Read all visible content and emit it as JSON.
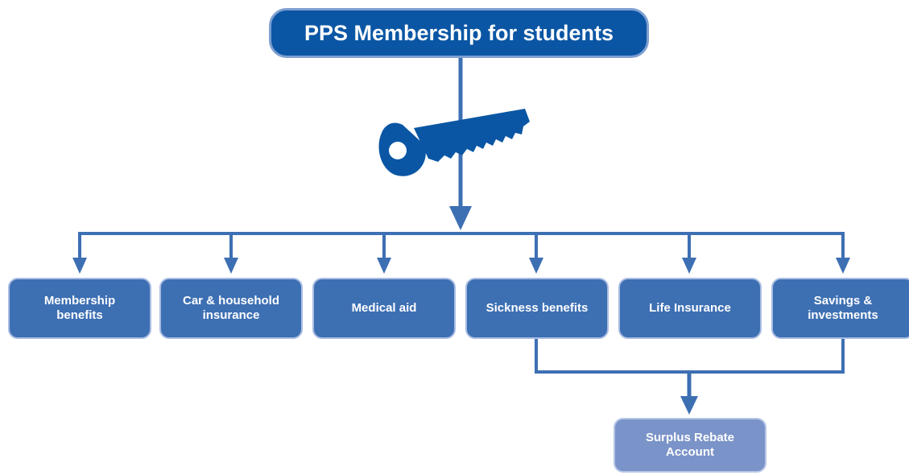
{
  "title": "PPS Membership for students",
  "nodes": [
    {
      "label": "Membership benefits"
    },
    {
      "label": "Car & household insurance"
    },
    {
      "label": "Medical aid"
    },
    {
      "label": "Sickness benefits"
    },
    {
      "label": "Life Insurance"
    },
    {
      "label": "Savings & investments"
    }
  ],
  "rebate": {
    "label": "Surplus Rebate Account"
  },
  "colors": {
    "title_fill": "#0a56a4",
    "node_fill": "#3d6fb3",
    "rebate_fill": "#7a93c8",
    "connector": "#3d6fb3",
    "key": "#0a56a4"
  },
  "icons": [
    "key-icon"
  ]
}
